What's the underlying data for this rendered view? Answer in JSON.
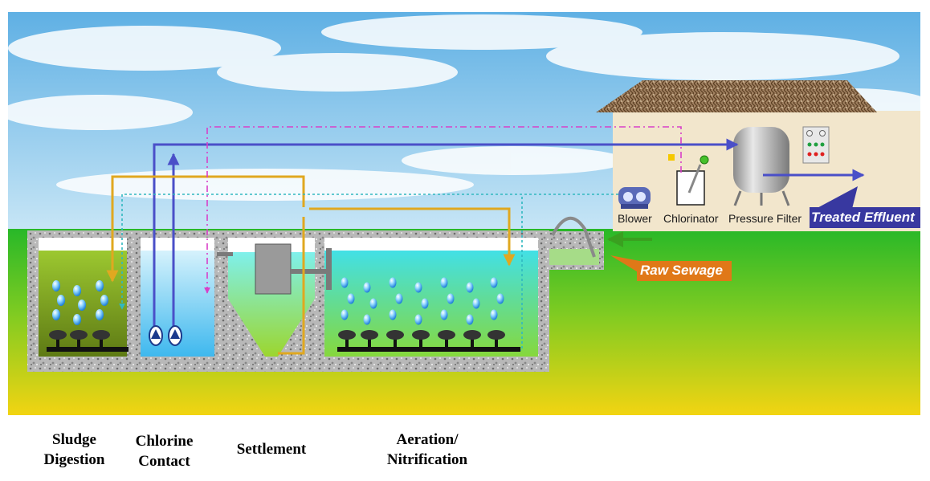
{
  "house": {
    "blower_label": "Blower",
    "chlorinator_label": "Chlorinator",
    "pressure_filter_label": "Pressure Filter"
  },
  "flows": {
    "treated_effluent_label": "Treated Effluent",
    "raw_sewage_label": "Raw Sewage"
  },
  "stages": {
    "sludge_digestion": [
      "Sludge",
      "Digestion"
    ],
    "chlorine_contact": [
      "Chlorine",
      "Contact"
    ],
    "settlement": [
      "Settlement"
    ],
    "aeration": [
      "Aeration/",
      "Nitrification"
    ]
  },
  "colors": {
    "sky": "#8ec8ec",
    "grass": "#33b92a",
    "soil": "#e8d618",
    "sludge_water": "#8fb428",
    "chlorine_water": "#5fc8f0",
    "aeration_water": "#58e8c8",
    "air_line": "#4a4fc8",
    "sludge_line": "#e0a820",
    "chlorine_line": "#d840c8",
    "return_line": "#30b8c0",
    "raw_sewage_badge": "#e07818",
    "treated_badge": "#3838a0"
  }
}
